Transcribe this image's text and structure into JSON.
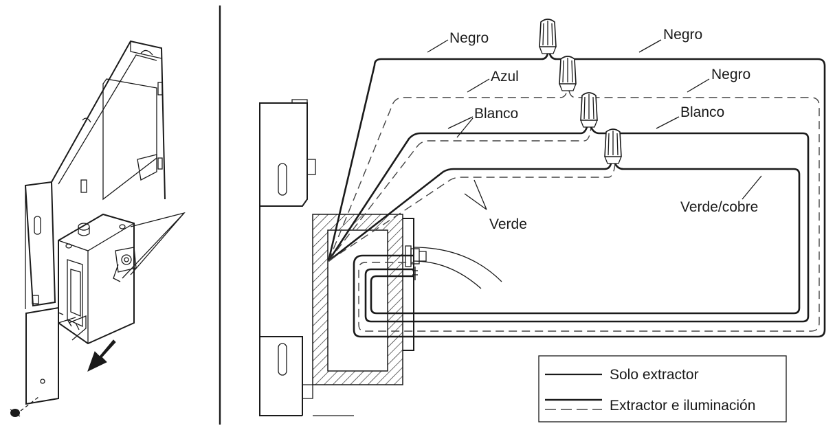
{
  "labels": {
    "negro_left": "Negro",
    "negro_right_top": "Negro",
    "negro_right_mid": "Negro",
    "azul": "Azul",
    "blanco_left": "Blanco",
    "blanco_right": "Blanco",
    "verde": "Verde",
    "verde_cobre": "Verde/cobre"
  },
  "legend": {
    "solo_extractor": "Solo extractor",
    "extractor_iluminacion": "Extractor e iluminación"
  }
}
